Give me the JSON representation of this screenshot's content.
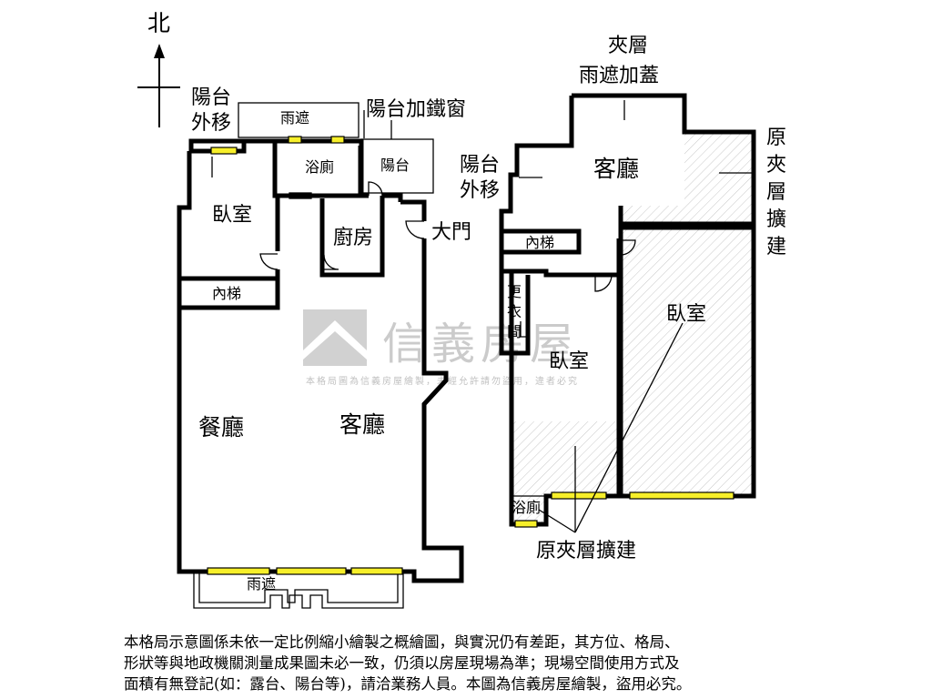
{
  "compass": {
    "north": "北"
  },
  "watermark": {
    "brand": "信義房屋",
    "notice": "本格局圖為信義房屋繪製，未經允許請勿盜用，違者必究"
  },
  "lower_floor": {
    "balcony_moved": [
      "陽台",
      "外移"
    ],
    "canopy_top": "雨遮",
    "balcony_iron_window": "陽台加鐵窗",
    "bathroom": "浴廁",
    "balcony": "陽台",
    "bedroom": "臥室",
    "kitchen": "廚房",
    "main_door": "大門",
    "stairs": "內梯",
    "dining_room": "餐廳",
    "living_room": "客廳",
    "canopy_bottom": "雨遮"
  },
  "mezzanine": {
    "canopy_extension": [
      "夾層",
      "雨遮加蓋"
    ],
    "balcony_moved": [
      "陽台",
      "外移"
    ],
    "living_room": "客廳",
    "original_mezzanine_expansion_vertical": [
      "原",
      "夾",
      "層",
      "擴",
      "建"
    ],
    "stairs": "內梯",
    "closet": [
      "更",
      "衣",
      "間"
    ],
    "bedroom_right": "臥室",
    "bedroom_left": "臥室",
    "bathroom": "浴廁",
    "original_mezzanine_expansion": "原夾層擴建"
  },
  "disclaimer": [
    "本格局示意圖係未依一定比例縮小繪製之概繪圖，與實況仍有差距，其方位、格局、",
    "形狀等與地政機關測量成果圖未必一致，仍須以房屋現場為準；現場空間使用方式及",
    "面積有無登記(如：露台、陽台等)，請洽業務人員。本圖為信義房屋繪製，盜用必究。"
  ]
}
